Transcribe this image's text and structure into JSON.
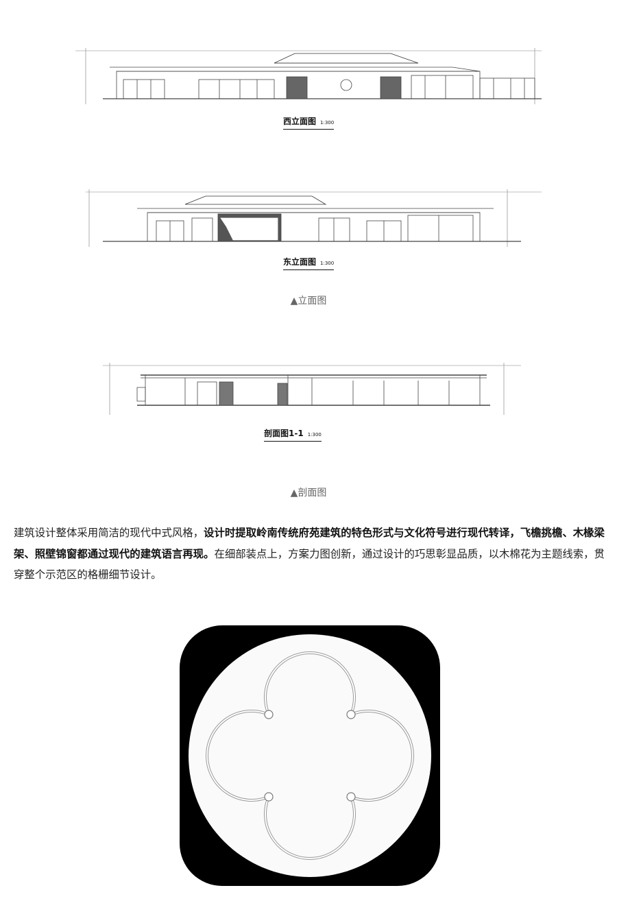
{
  "west_elevation": {
    "title": "西立面图",
    "scale": "1:300"
  },
  "east_elevation": {
    "title": "东立面图",
    "scale": "1:300"
  },
  "caption_elevation": "▲立面图",
  "section": {
    "title": "剖面图1-1",
    "scale": "1:300"
  },
  "caption_section": "▲剖面图",
  "paragraph": {
    "part1": "建筑设计整体采用简洁的现代中式风格，",
    "bold": "设计时提取岭南传统府苑建筑的特色形式与文化符号进行现代转译，飞檐挑檐、木椽梁架、照壁锦窗都通过现代的建筑语言再现。",
    "part2": "在细部装点上，方案力图创新，通过设计的巧思彰显品质，以木棉花为主题线索，贯穿整个示范区的格栅细节设计。"
  },
  "colors": {
    "line": "#333333",
    "caption": "#666666",
    "text": "#222222"
  }
}
